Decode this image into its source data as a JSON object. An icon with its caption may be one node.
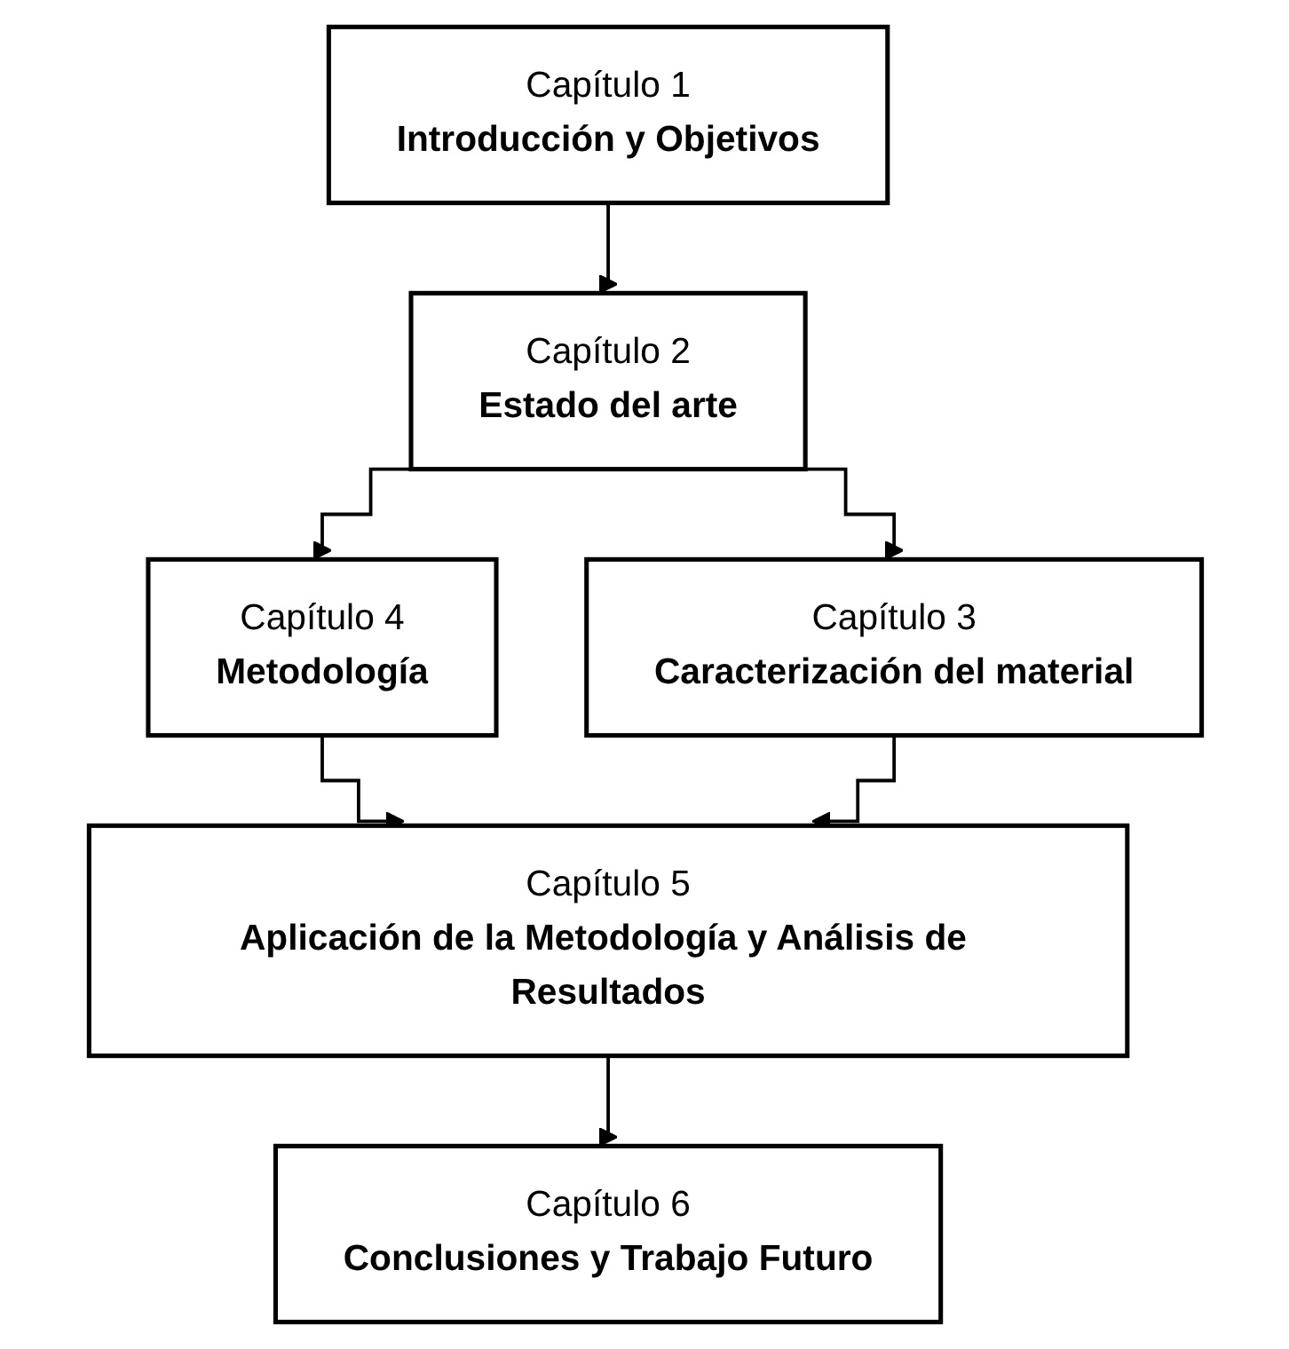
{
  "diagram": {
    "nodes": [
      {
        "text": [
          "Capítulo 1",
          "Introducción y Objetivos"
        ]
      },
      {
        "text": [
          "Capítulo 2",
          "Estado del arte"
        ]
      },
      {
        "text": [
          "Capítulo 4",
          "Metodología"
        ]
      },
      {
        "text": [
          "Capítulo 3",
          "Caracterización del material"
        ]
      },
      {
        "text": [
          "Capítulo 5",
          "Aplicación de la Metodología y Análisis de Resultados"
        ]
      },
      {
        "text": [
          "Capítulo 6",
          "Conclusiones y Trabajo Futuro"
        ]
      }
    ],
    "edges": [
      {
        "from": 0,
        "to": 1,
        "arrow": "to"
      },
      {
        "from": 1,
        "to": 2,
        "arrow": "to"
      },
      {
        "from": 1,
        "to": 3,
        "arrow": "to"
      },
      {
        "from": 2,
        "to": 4,
        "arrow": "to"
      },
      {
        "from": 3,
        "to": 4,
        "arrow": "to"
      },
      {
        "from": 4,
        "to": 5,
        "arrow": "to"
      }
    ]
  }
}
